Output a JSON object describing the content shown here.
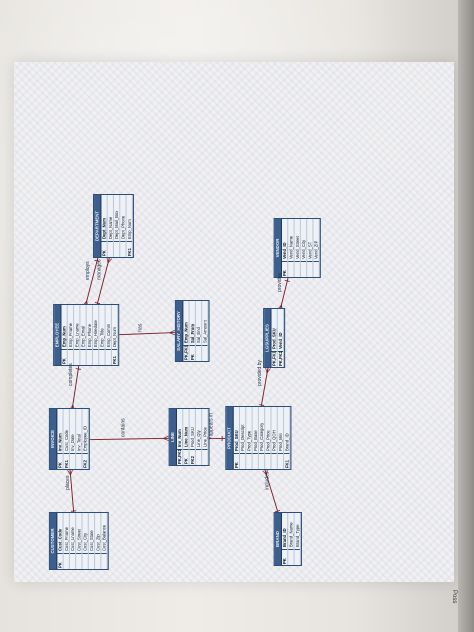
{
  "bezel_label": "Poss",
  "entities": [
    {
      "id": "customer",
      "title": "CUSTOMER",
      "attributes": [
        {
          "key": "PK",
          "name": "Cust_Code",
          "pk": true
        },
        {
          "key": "",
          "name": "Cust_Fname"
        },
        {
          "key": "",
          "name": "Cust_Lname"
        },
        {
          "key": "",
          "name": "Cust_Street"
        },
        {
          "key": "",
          "name": "Cust_City"
        },
        {
          "key": "",
          "name": "Cust_State"
        },
        {
          "key": "",
          "name": "Cust_Zip"
        },
        {
          "key": "",
          "name": "Cust_Balance"
        }
      ]
    },
    {
      "id": "invoice",
      "title": "INVOICE",
      "attributes": [
        {
          "key": "PK",
          "name": "Inv_Num",
          "pk": true
        },
        {
          "key": "FK1",
          "name": "Cust_Code"
        },
        {
          "key": "",
          "name": "Inv_Date"
        },
        {
          "key": "",
          "name": "Inv_Total"
        },
        {
          "key": "FK2",
          "name": "Employee_ID"
        }
      ]
    },
    {
      "id": "line",
      "title": "LINE",
      "attributes": [
        {
          "key": "PK,FK1",
          "name": "Inv_Num",
          "pk": true
        },
        {
          "key": "PK",
          "name": "Line_Num",
          "pk": true
        },
        {
          "key": "FK2",
          "name": "Prod_SKU"
        },
        {
          "key": "",
          "name": "Line_Qty"
        },
        {
          "key": "",
          "name": "Line_Price"
        }
      ]
    },
    {
      "id": "product",
      "title": "PRODUCT",
      "attributes": [
        {
          "key": "PK",
          "name": "Prod_SKU",
          "pk": true
        },
        {
          "key": "",
          "name": "Prod_Descript"
        },
        {
          "key": "",
          "name": "Prod_Type"
        },
        {
          "key": "",
          "name": "Prod_Base"
        },
        {
          "key": "",
          "name": "Prod_Category"
        },
        {
          "key": "",
          "name": "Prod_Price"
        },
        {
          "key": "",
          "name": "Prod_QOH"
        },
        {
          "key": "",
          "name": "Prod_Min"
        },
        {
          "key": "FK1",
          "name": "Brand_ID"
        }
      ]
    },
    {
      "id": "brand",
      "title": "BRAND",
      "attributes": [
        {
          "key": "PK",
          "name": "Brand_ID",
          "pk": true
        },
        {
          "key": "",
          "name": "Brand_Name"
        },
        {
          "key": "",
          "name": "Brand_Type"
        }
      ]
    },
    {
      "id": "employee",
      "title": "EMPLOYEE",
      "attributes": [
        {
          "key": "PK",
          "name": "Emp_Num",
          "pk": true
        },
        {
          "key": "",
          "name": "Emp_Fname"
        },
        {
          "key": "",
          "name": "Emp_Lname"
        },
        {
          "key": "",
          "name": "Emp_Email"
        },
        {
          "key": "",
          "name": "Emp_Phone"
        },
        {
          "key": "",
          "name": "Emp_Hiredate"
        },
        {
          "key": "",
          "name": "Emp_Title"
        },
        {
          "key": "",
          "name": "Emp_Comm"
        },
        {
          "key": "FK1",
          "name": "Dept_Num"
        }
      ]
    },
    {
      "id": "salary_history",
      "title": "SALARY_HISTORY",
      "attributes": [
        {
          "key": "PK,FK1",
          "name": "Emp_Num",
          "pk": true
        },
        {
          "key": "PK",
          "name": "Sal_From",
          "pk": true
        },
        {
          "key": "",
          "name": "Sal_End"
        },
        {
          "key": "",
          "name": "Sal_Amount"
        }
      ]
    },
    {
      "id": "lgsupplies",
      "title": "LGSUPPLIES",
      "attributes": [
        {
          "key": "PK,FK1",
          "name": "Prod_SKU",
          "pk": true
        },
        {
          "key": "PK,FK2",
          "name": "Vend_ID",
          "pk": true
        }
      ]
    },
    {
      "id": "vendor",
      "title": "VENDOR",
      "attributes": [
        {
          "key": "PK",
          "name": "Vend_ID",
          "pk": true
        },
        {
          "key": "",
          "name": "Vend_Name"
        },
        {
          "key": "",
          "name": "Vend_Street"
        },
        {
          "key": "",
          "name": "Vend_City"
        },
        {
          "key": "",
          "name": "Vend_ST"
        },
        {
          "key": "",
          "name": "Vend_ZIP"
        }
      ]
    },
    {
      "id": "department",
      "title": "DEPARTMENT",
      "attributes": [
        {
          "key": "PK",
          "name": "Dept_Num",
          "pk": true
        },
        {
          "key": "",
          "name": "Dept_Name"
        },
        {
          "key": "",
          "name": "Dept_Mail_Box"
        },
        {
          "key": "",
          "name": "Dept_Phone"
        },
        {
          "key": "FK1",
          "name": "Emp_Num"
        }
      ]
    }
  ],
  "relationships": [
    {
      "from": "customer",
      "to": "invoice",
      "label": "places"
    },
    {
      "from": "invoice",
      "to": "line",
      "label": "contains"
    },
    {
      "from": "product",
      "to": "line",
      "label": "appears in"
    },
    {
      "from": "brand",
      "to": "product",
      "label": "includes"
    },
    {
      "from": "employee",
      "to": "invoice",
      "label": "completes"
    },
    {
      "from": "employee",
      "to": "salary_history",
      "label": "has"
    },
    {
      "from": "product",
      "to": "lgsupplies",
      "label": "provided by"
    },
    {
      "from": "vendor",
      "to": "lgsupplies",
      "label": "provides"
    },
    {
      "from": "department",
      "to": "employee",
      "label": "employs"
    },
    {
      "from": "employee",
      "to": "department",
      "label": "manages"
    }
  ],
  "colors": {
    "entity_header": "#3d5f8d",
    "entity_border": "#2b4e7a",
    "relationship_line": "#7a1f2e"
  }
}
